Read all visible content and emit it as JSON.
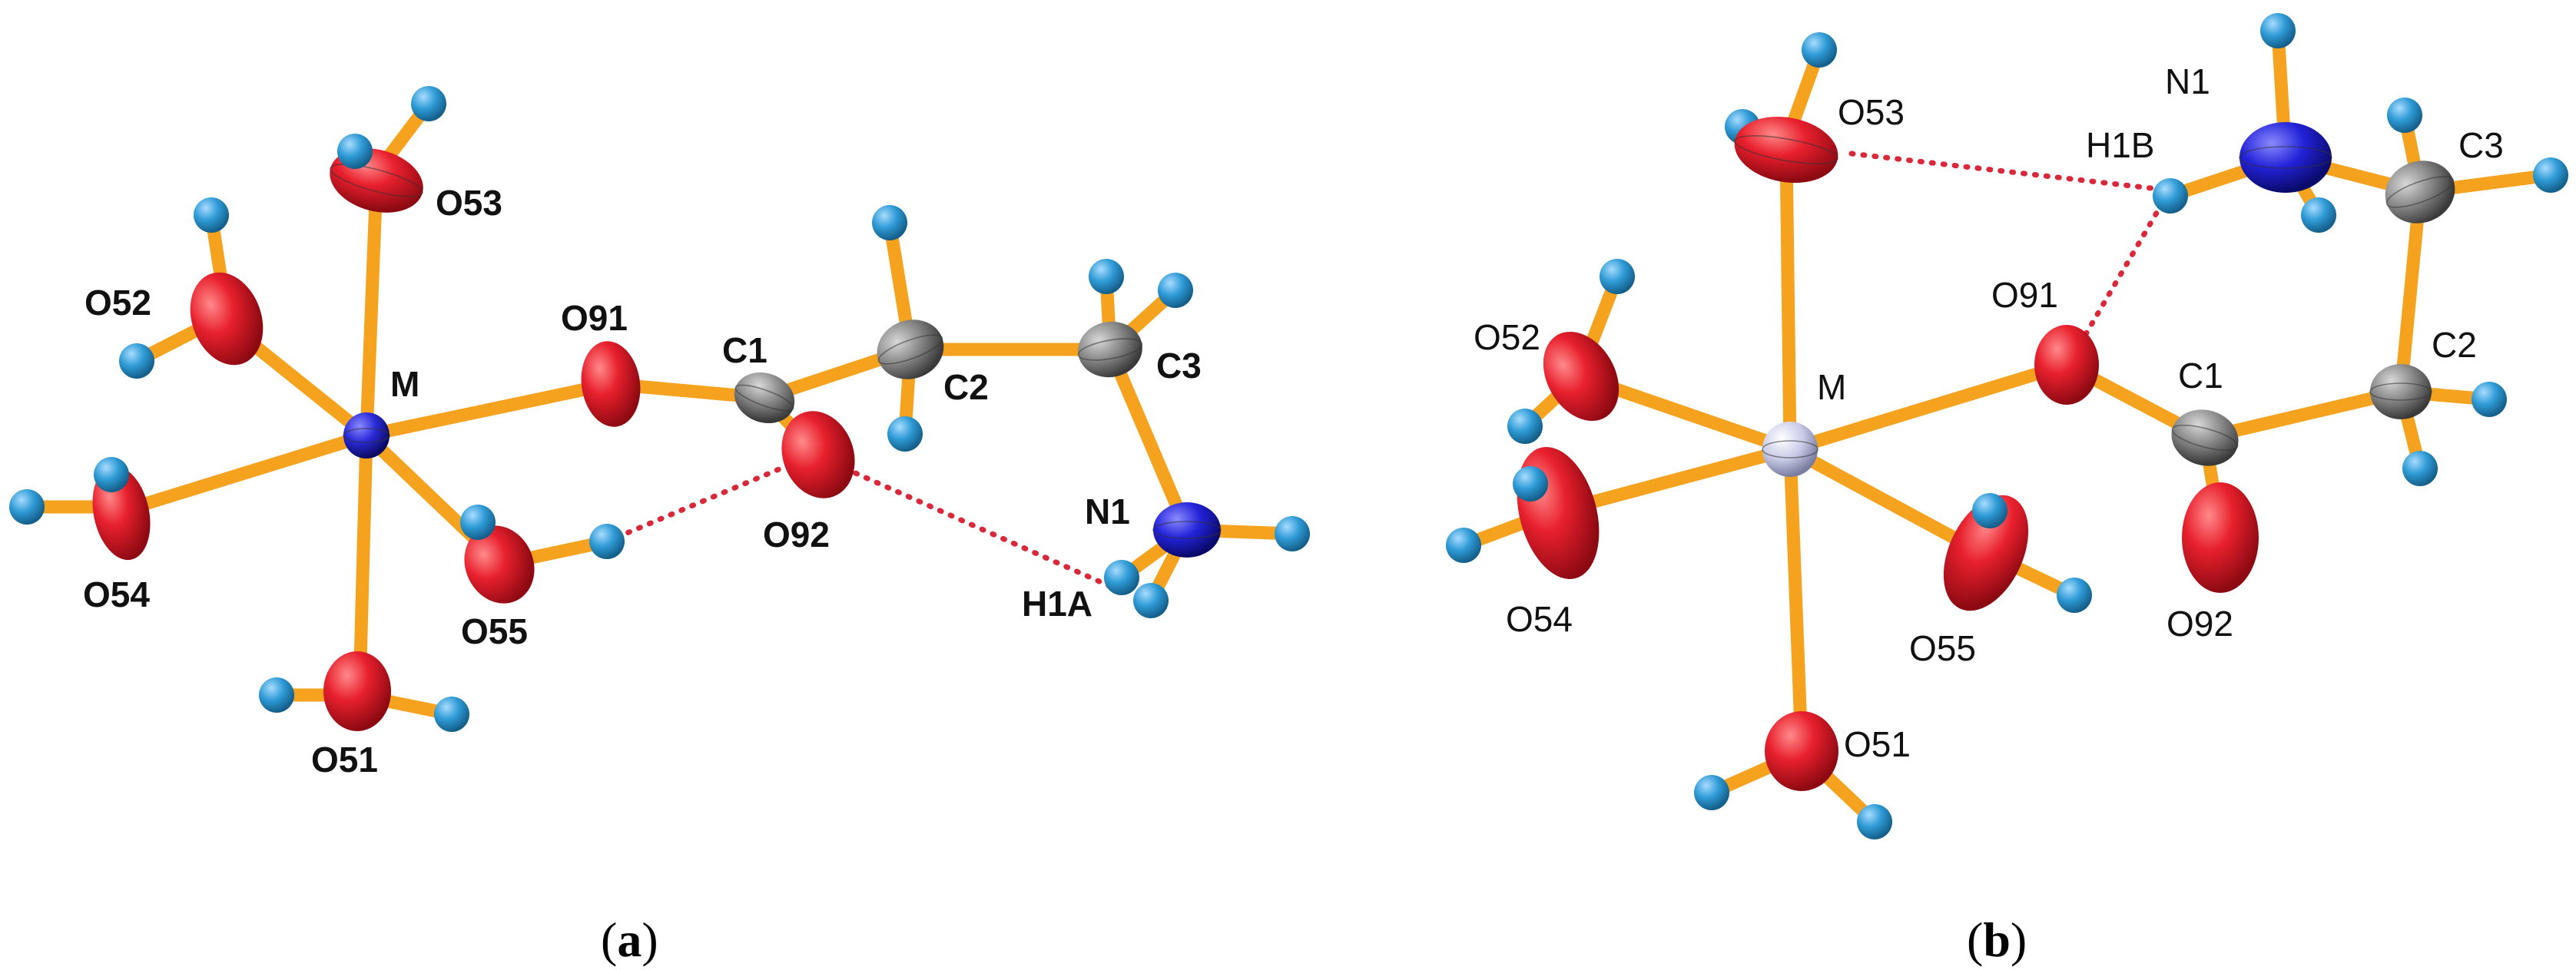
{
  "panels": [
    {
      "id": "a",
      "caption": {
        "open": "(",
        "letter": "a",
        "close": ")"
      },
      "labels": {
        "O53": "O53",
        "O52": "O52",
        "M": "M",
        "O91": "O91",
        "C1": "C1",
        "C2": "C2",
        "C3": "C3",
        "O54": "O54",
        "O55": "O55",
        "O92": "O92",
        "N1": "N1",
        "H1A": "H1A",
        "O51": "O51"
      }
    },
    {
      "id": "b",
      "caption": {
        "open": "(",
        "letter": "b",
        "close": ")"
      },
      "labels": {
        "O53": "O53",
        "N1": "N1",
        "H1B": "H1B",
        "C3": "C3",
        "O91": "O91",
        "O52": "O52",
        "M": "M",
        "C1": "C1",
        "C2": "C2",
        "O54": "O54",
        "O55": "O55",
        "O92": "O92",
        "O51": "O51"
      }
    }
  ],
  "colors": {
    "bond": "#f5a21e",
    "oxygen": "#e0182a",
    "carbon": "#8a8a8a",
    "nitrogen": "#2a2ad8",
    "hydrogen": "#2f9bd6",
    "metal_a": "#2a2ad8",
    "metal_b": "#c9cbe8",
    "hydrogen_bond": "#d8283a"
  }
}
